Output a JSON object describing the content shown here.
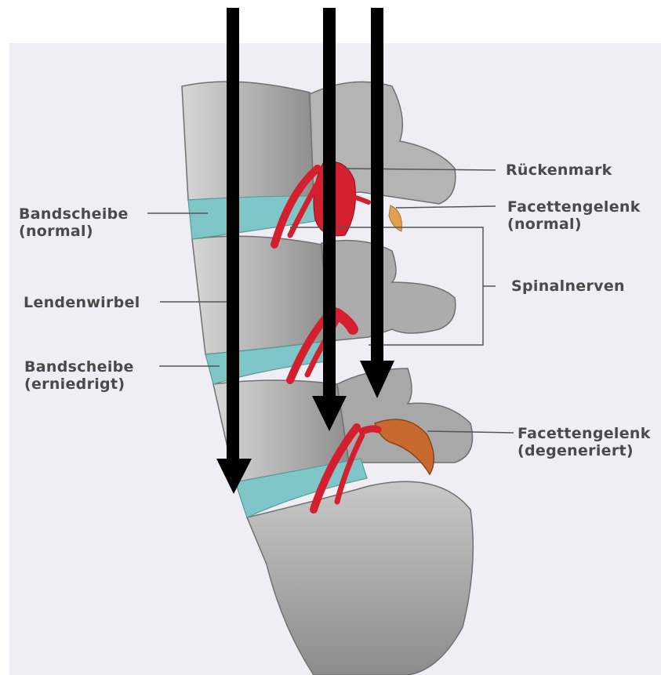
{
  "labels": {
    "left": {
      "disc_normal_line1": "Bandscheibe",
      "disc_normal_line2": "(normal)",
      "lumbar_vertebra": "Lendenwirbel",
      "disc_lowered_line1": "Bandscheibe",
      "disc_lowered_line2": "(erniedrigt)"
    },
    "right": {
      "spinal_cord": "Rückenmark",
      "facet_normal_line1": "Facettengelenk",
      "facet_normal_line2": "(normal)",
      "spinal_nerves": "Spinalnerven",
      "facet_degenerated_line1": "Facettengelenk",
      "facet_degenerated_line2": "(degeneriert)"
    }
  },
  "colors": {
    "panel_background": "#eeeef4",
    "bone": "#b8b8b8",
    "bone_dark": "#8a8a8a",
    "disc": "#7ec6c8",
    "nerve": "#d4202e",
    "facet_normal": "#e0a050",
    "facet_degenerated": "#c86a30",
    "leader_line": "#555555",
    "arrow": "#000000"
  }
}
